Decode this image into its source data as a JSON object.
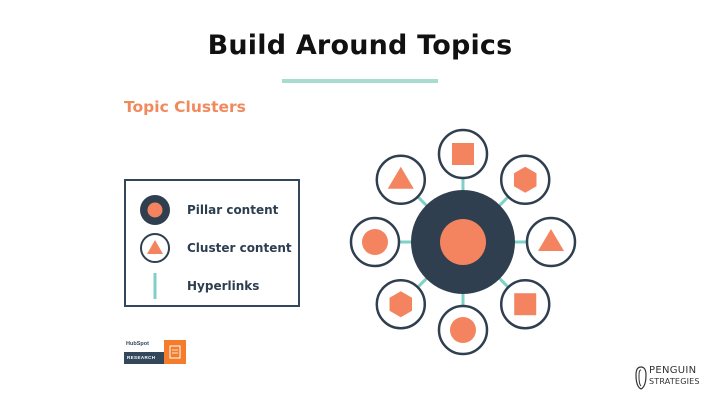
{
  "slide": {
    "title": "Build Around Topics"
  },
  "graphic": {
    "heading": "Topic Clusters",
    "legend": {
      "pillar_label": "Pillar content",
      "cluster_label": "Cluster content",
      "hyperlinks_label": "Hyperlinks"
    },
    "badge": {
      "brand_text": "HubSpot",
      "research_text": "RESEARCH"
    }
  },
  "diagram": {
    "center": {
      "kind": "pillar",
      "shape": "circle-icon"
    },
    "clusters": [
      {
        "shape": "square-icon"
      },
      {
        "shape": "hexagon-icon"
      },
      {
        "shape": "triangle-icon"
      },
      {
        "shape": "square-icon"
      },
      {
        "shape": "circle-icon"
      },
      {
        "shape": "hexagon-icon"
      },
      {
        "shape": "circle-icon"
      },
      {
        "shape": "triangle-icon"
      }
    ]
  },
  "colors": {
    "dark": "#2f3f4f",
    "orange": "#f4845f",
    "teal": "#7fd0c6",
    "accent_line": "#a8dcd1"
  },
  "footer": {
    "brand_top": "PENGUIN",
    "brand_bottom": "STRATEGIES"
  }
}
